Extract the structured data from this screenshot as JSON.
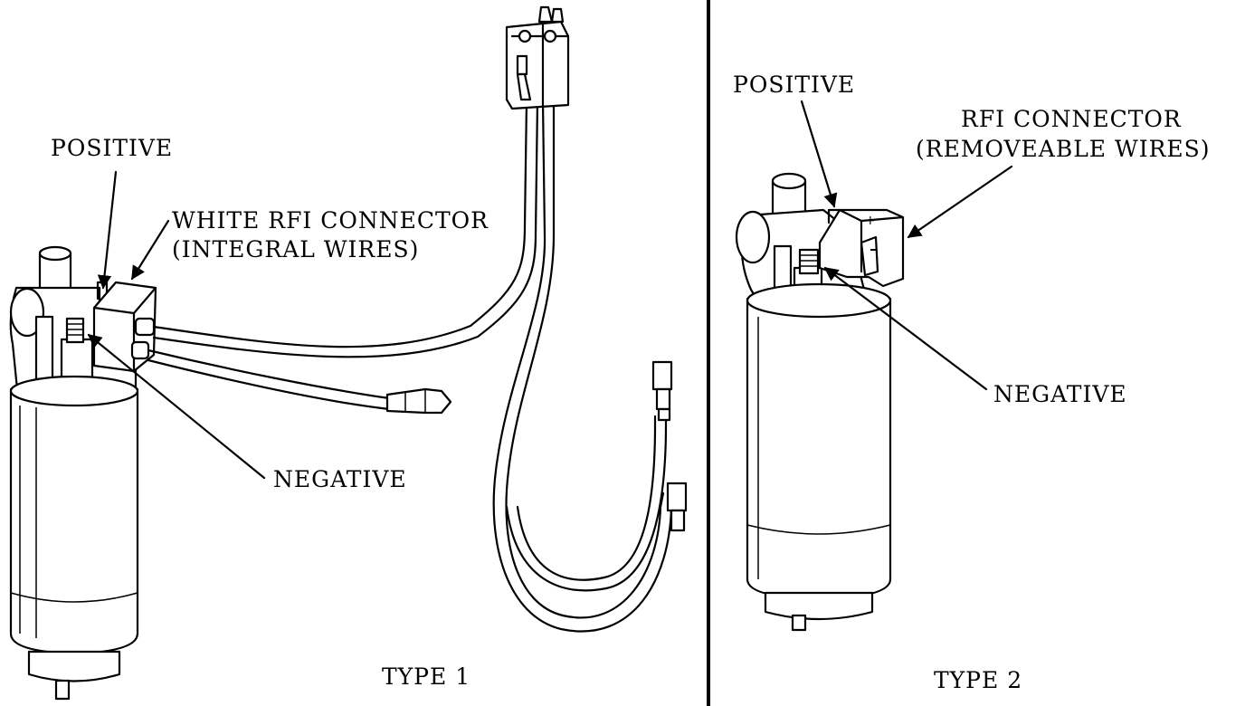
{
  "type1": {
    "positive_label": "POSITIVE",
    "connector_label_line1": "WHITE RFI CONNECTOR",
    "connector_label_line2": "(INTEGRAL WIRES)",
    "negative_label": "NEGATIVE",
    "type_label": "TYPE 1"
  },
  "type2": {
    "positive_label": "POSITIVE",
    "connector_label_line1": "RFI CONNECTOR",
    "connector_label_line2": "(REMOVEABLE WIRES)",
    "negative_label": "NEGATIVE",
    "type_label": "TYPE 2"
  },
  "colors": {
    "ink": "#000000",
    "paper": "#ffffff"
  }
}
